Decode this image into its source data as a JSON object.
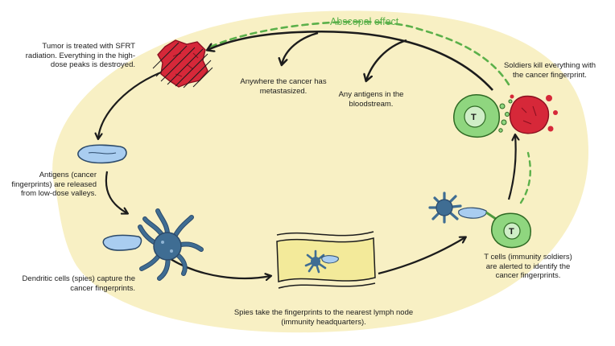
{
  "title": "Abscopal effect",
  "steps": {
    "tumor": "Tumor is treated with SFRT radiation. Everything in the high-dose peaks is destroyed.",
    "metastasized": "Anywhere the cancer has metastasized.",
    "bloodstream": "Any antigens in the bloodstream.",
    "soldiers": "Soldiers kill everything with the cancer fingerprint.",
    "antigens": "Antigens (cancer fingerprints) are released from low-dose valleys.",
    "dendritic": "Dendritic cells (spies) capture the cancer fingerprints.",
    "spies": "Spies take the fingerprints to the nearest lymph node (immunity headquarters).",
    "tcells": "T cells (immunity soldiers) are alerted to identify the cancer fingerprints."
  },
  "cell_letter": "T",
  "colors": {
    "background_oval": "#f8f0c4",
    "tumor": "#d62839",
    "tcell": "#8fd67f",
    "dendritic": "#3f6d93",
    "antigen": "#a9cdf0",
    "lymph_node": "#f3ea9a",
    "abscopal": "#5bb04a",
    "arrow": "#1c1c1c"
  }
}
